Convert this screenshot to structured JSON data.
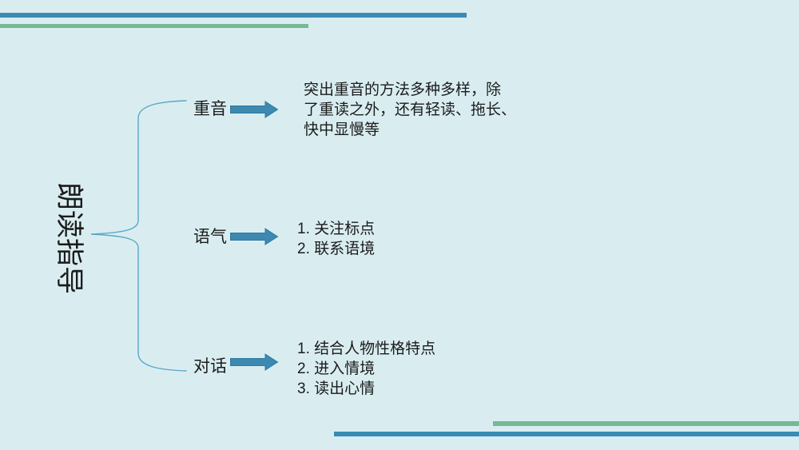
{
  "title": "朗读指导",
  "branches": [
    {
      "label": "重音",
      "lines": [
        "突出重音的方法多种多样，除",
        "了重读之外，还有轻读、拖长、",
        "快中显慢等"
      ]
    },
    {
      "label": "语气",
      "lines": [
        "1. 关注标点",
        "2. 联系语境"
      ]
    },
    {
      "label": "对话",
      "lines": [
        "1. 结合人物性格特点",
        "2. 进入情境",
        "3. 读出心情"
      ]
    }
  ],
  "icons": {
    "arrow": "right-arrow-icon",
    "brace": "left-curly-brace"
  },
  "colors": {
    "background": "#d9edf1",
    "bar_blue": "#3a8cb4",
    "bar_green": "#79b795",
    "arrow_fill": "#3d89b0",
    "arrow_stroke": "#2e79a3",
    "brace_stroke": "#5aa7c5",
    "text": "#1b1b1b"
  }
}
